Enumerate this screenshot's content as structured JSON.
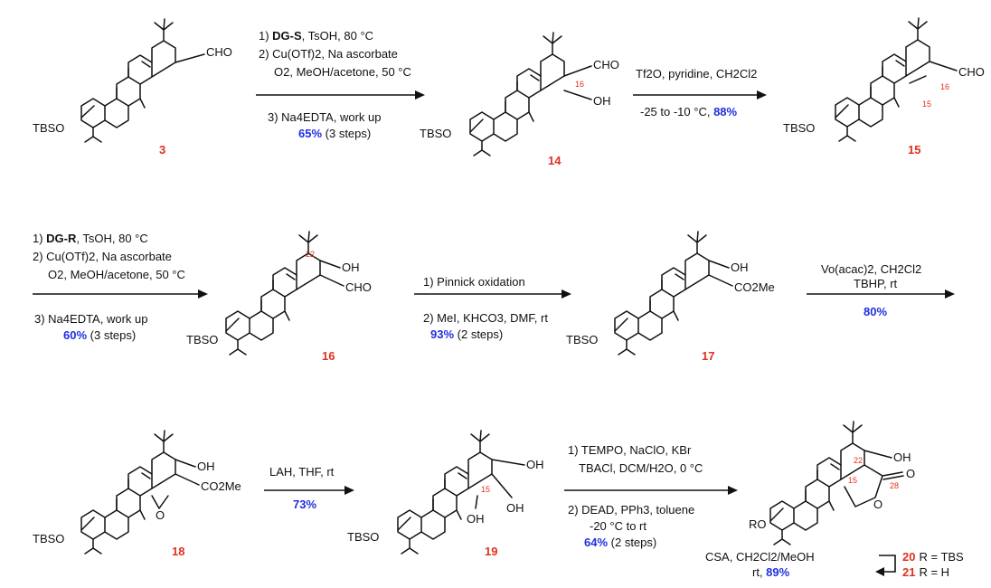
{
  "compounds": {
    "c3": "3",
    "c14": "14",
    "c15": "15",
    "c16": "16",
    "c17": "17",
    "c18": "18",
    "c19": "19",
    "c20": "20",
    "c21": "21"
  },
  "labels": {
    "tbs": "TBSO",
    "ro": "RO",
    "cho": "CHO",
    "oh": "OH",
    "co2me": "CO2Me",
    "o": "O",
    "r_tbs": "R = TBS",
    "r_h": "R = H"
  },
  "positions": {
    "p15": "15",
    "p16": "16",
    "p22": "22",
    "p28": "28"
  },
  "steps": {
    "s1": {
      "l1a": "1) ",
      "l1b": "DG-S",
      "l1c": ", TsOH, 80 °C",
      "l2": "2) Cu(OTf)2, Na ascorbate",
      "l3": "O2, MeOH/acetone, 50 °C",
      "l4": "3) Na4EDTA, work up",
      "yield": "65%",
      "yield_note": " (3 steps)"
    },
    "s2": {
      "l1": "Tf2O, pyridine, CH2Cl2",
      "l2": "-25 to -10 °C, ",
      "yield": "88%"
    },
    "s3": {
      "l1a": "1) ",
      "l1b": "DG-R",
      "l1c": ", TsOH, 80 °C",
      "l2": "2) Cu(OTf)2, Na ascorbate",
      "l3": "O2, MeOH/acetone, 50 °C",
      "l4": "3) Na4EDTA, work up",
      "yield": "60%",
      "yield_note": " (3 steps)"
    },
    "s4": {
      "l1": "1) Pinnick oxidation",
      "l2": "2) MeI, KHCO3, DMF, rt",
      "yield": "93%",
      "yield_note": " (2 steps)"
    },
    "s5": {
      "l1": "Vo(acac)2, CH2Cl2",
      "l2": "TBHP, rt",
      "yield": "80%"
    },
    "s6": {
      "l1": "LAH, THF, rt",
      "yield": "73%"
    },
    "s7": {
      "l1": "1) TEMPO, NaClO, KBr",
      "l2": "TBACl, DCM/H2O, 0 °C",
      "l3": "2) DEAD, PPh3, toluene",
      "l4": "-20 °C to rt",
      "yield": "64%",
      "yield_note": " (2 steps)"
    },
    "s8": {
      "l1": "CSA, CH2Cl2/MeOH",
      "l2": "rt, ",
      "yield": "89%"
    }
  }
}
